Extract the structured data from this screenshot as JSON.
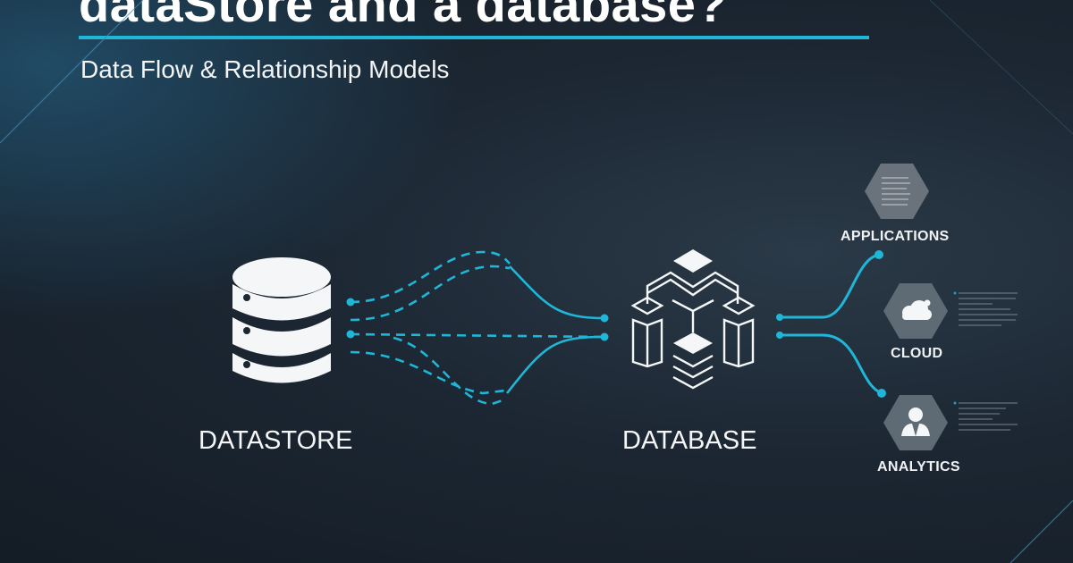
{
  "header": {
    "title": "dataStore and a database?",
    "subtitle": "Data Flow & Relationship Models"
  },
  "nodes": {
    "datastore": {
      "label": "DATASTORE",
      "icon": "database-cylinder-icon"
    },
    "database": {
      "label": "DATABASE",
      "icon": "database-structure-icon"
    }
  },
  "targets": [
    {
      "label": "APPLICATIONS",
      "icon": "text-hexagon-icon"
    },
    {
      "label": "CLOUD",
      "icon": "cloud-icon"
    },
    {
      "label": "ANALYTICS",
      "icon": "users-icon"
    }
  ],
  "colors": {
    "accent": "#1fb6d8",
    "background": "#1c2733",
    "hexagon": "#5f6b74"
  }
}
